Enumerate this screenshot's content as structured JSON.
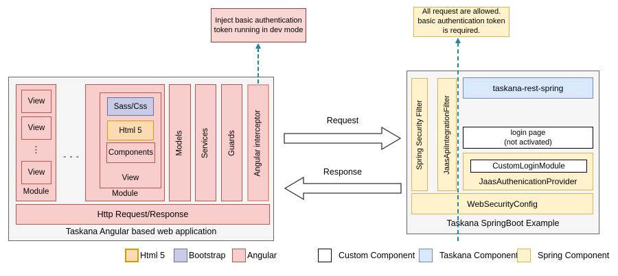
{
  "annotations": {
    "left_note": "Inject basic authentication token running in dev mode",
    "right_note": "All request are allowed. basic authentication token is required."
  },
  "arrows": {
    "request": "Request",
    "response": "Response"
  },
  "angular_app": {
    "title": "Taskana Angular based web application",
    "module1": {
      "label": "Module",
      "views": [
        "View",
        "View",
        "View"
      ],
      "dots_vertical": "⋮"
    },
    "between_dots": "- - -",
    "module2": {
      "label": "Module",
      "view": {
        "label": "View",
        "sass": "Sass/Css",
        "html5": "Html 5",
        "components": "Components"
      }
    },
    "bars": [
      "Models",
      "Services",
      "Guards",
      "Angular interceptor"
    ],
    "http_bar": "Http Request/Response"
  },
  "springboot": {
    "title": "Taskana SpringBoot Example",
    "filters": [
      "Spring Security Filter",
      "JaasApiIntegrationFilter"
    ],
    "rest": "taskana-rest-spring",
    "login_line1": "login page",
    "login_line2": "(not activated)",
    "custom_login": "CustomLoginModule",
    "jaas_provider": "JaasAuthenicationProvider",
    "web_security": "WebSecurityConfig"
  },
  "legend": {
    "items": [
      {
        "label": "Html 5"
      },
      {
        "label": "Bootstrap"
      },
      {
        "label": "Angular"
      },
      {
        "label": "Custom Component"
      },
      {
        "label": "Taskana Component"
      },
      {
        "label": "Spring Component"
      }
    ]
  },
  "colors": {
    "angular_fill": "#f8cecc",
    "angular_stroke": "#b85450",
    "html5_fill": "#fbdcb2",
    "html5_stroke": "#d79b00",
    "bootstrap_fill": "#c9cbe6",
    "bootstrap_stroke": "#6c6e9e",
    "spring_fill": "#fff2cc",
    "spring_stroke": "#d6b656",
    "taskana_fill": "#dae8fc",
    "taskana_stroke": "#6c8ebf",
    "custom_fill": "#ffffff",
    "custom_stroke": "#000000",
    "container_fill": "#f5f5f5",
    "container_stroke": "#666666",
    "connector_teal": "#1a8a99",
    "note_left_fill": "#f8d6d3",
    "note_left_stroke": "#9e3b38"
  }
}
